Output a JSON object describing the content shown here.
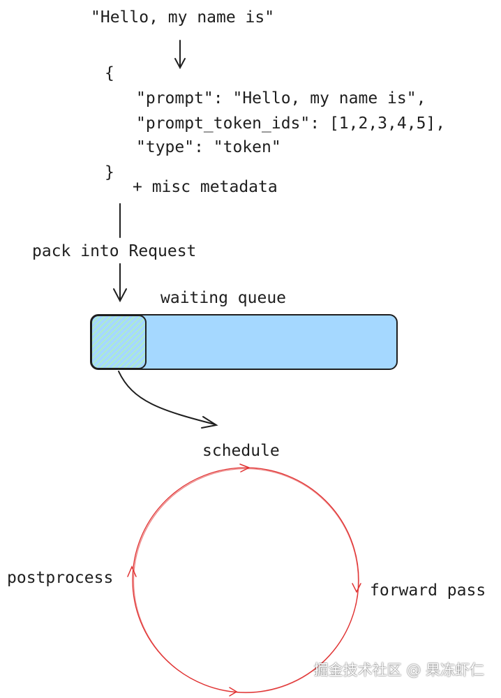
{
  "input_text": "\"Hello, my name is\"",
  "json_block": {
    "open_brace": "{",
    "lines": [
      "\"prompt\": \"Hello, my name is\",",
      "\"prompt_token_ids\": [1,2,3,4,5],",
      "\"type\": \"token\""
    ],
    "close_brace": "}"
  },
  "metadata_note": "+ misc metadata",
  "pack_label": "pack into Request",
  "queue_label": "waiting queue",
  "cycle": {
    "schedule_label": "schedule",
    "forward_label": "forward pass",
    "postprocess_label": "postprocess"
  },
  "watermark": "掘金技术社区 @ 果冻虾仁",
  "colors": {
    "queue_fill": "#a5d8ff",
    "request_fill": "#b2f2bb",
    "stroke": "#1e1e1e",
    "cycle": "#e03131"
  }
}
